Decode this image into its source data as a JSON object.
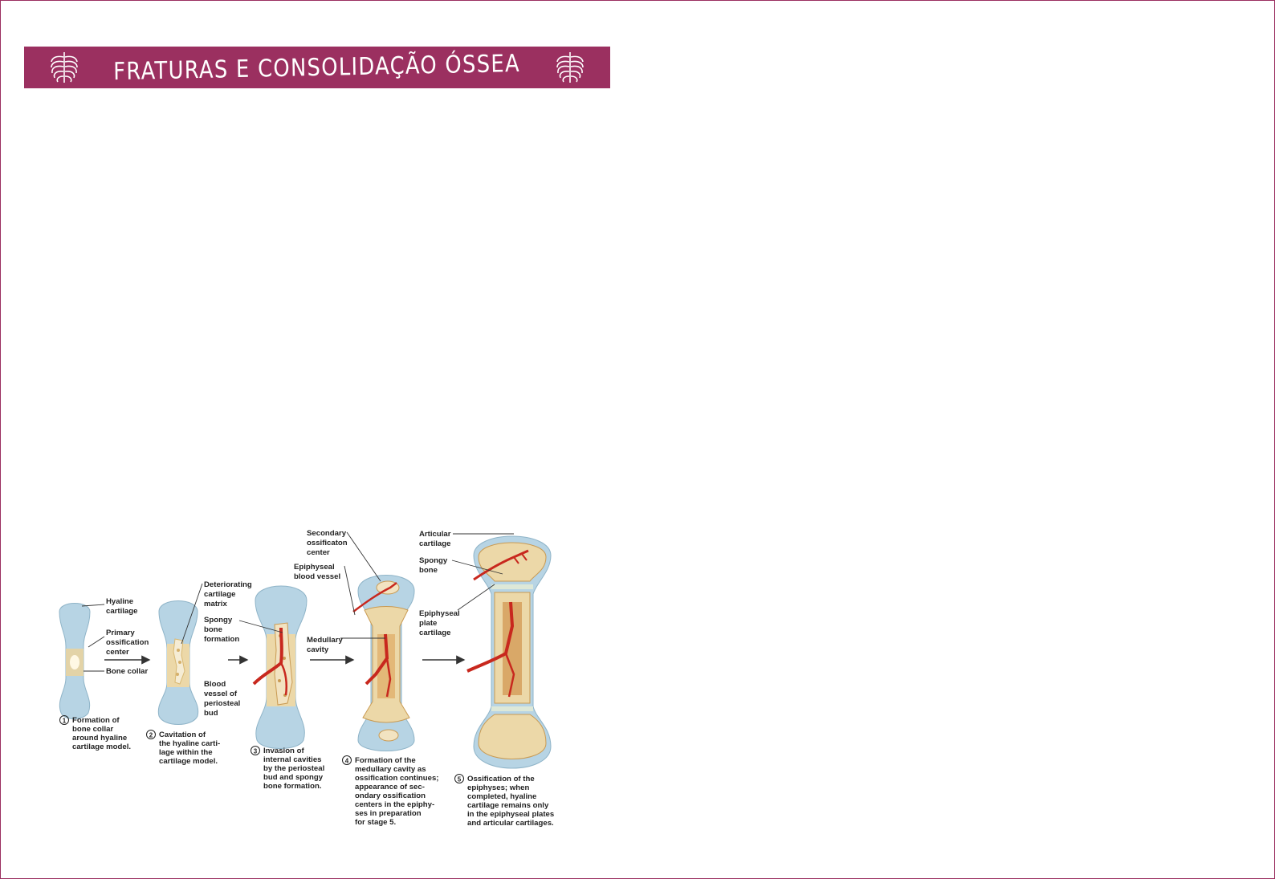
{
  "header": {
    "title": "Fraturas e consolidação óssea",
    "brand_color": "#9b3060"
  },
  "figure": {
    "labels": {
      "hyaline_cartilage": [
        "Hyaline",
        "cartilage"
      ],
      "primary_ossification_center": [
        "Primary",
        "ossification",
        "center"
      ],
      "bone_collar": [
        "Bone collar"
      ],
      "deteriorating_cartilage_matrix": [
        "Deteriorating",
        "cartilage",
        "matrix"
      ],
      "spongy_bone_formation": [
        "Spongy",
        "bone",
        "formation"
      ],
      "blood_vessel_periosteal_bud": [
        "Blood",
        "vessel of",
        "periosteal",
        "bud"
      ],
      "secondary_ossification_center": [
        "Secondary",
        "ossificaton",
        "center"
      ],
      "epiphyseal_blood_vessel": [
        "Epiphyseal",
        "blood vessel"
      ],
      "medullary_cavity": [
        "Medullary",
        "cavity"
      ],
      "articular_cartilage": [
        "Articular",
        "cartilage"
      ],
      "spongy_bone": [
        "Spongy",
        "bone"
      ],
      "epiphyseal_plate_cartilage": [
        "Epiphyseal",
        "plate",
        "cartilage"
      ]
    },
    "captions": [
      {
        "num": "1",
        "lines": [
          "Formation of",
          "bone collar",
          "around hyaline",
          "cartilage model."
        ]
      },
      {
        "num": "2",
        "lines": [
          "Cavitation of",
          "the hyaline carti-",
          "lage within the",
          "cartilage model."
        ]
      },
      {
        "num": "3",
        "lines": [
          "Invasion of",
          "internal cavities",
          "by the periosteal",
          "bud and spongy",
          "bone formation."
        ]
      },
      {
        "num": "4",
        "lines": [
          "Formation of the",
          "medullary cavity as",
          "ossification continues;",
          "appearance of sec-",
          "ondary ossification",
          "centers in the epiphy-",
          "ses in preparation",
          "for stage 5."
        ]
      },
      {
        "num": "5",
        "lines": [
          "Ossification of the",
          "epiphyses; when",
          "completed, hyaline",
          "cartilage remains only",
          "in the epiphyseal plates",
          "and articular cartilages."
        ]
      }
    ]
  }
}
